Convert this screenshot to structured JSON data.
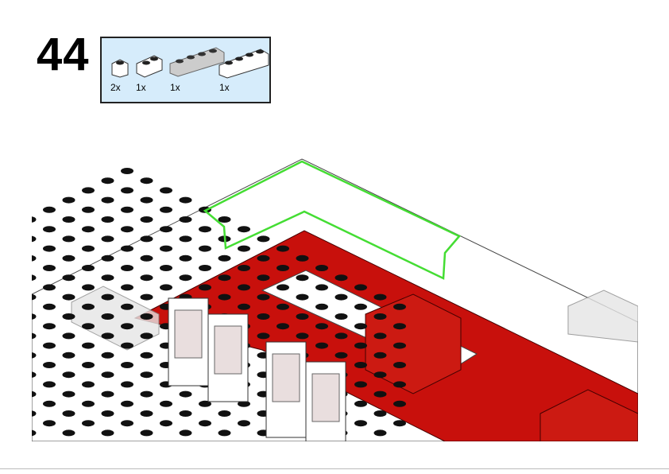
{
  "step_number": "44",
  "parts_list": [
    {
      "name": "brick-1x1-white",
      "qty": "2x"
    },
    {
      "name": "brick-1x2-white",
      "qty": "1x"
    },
    {
      "name": "brick-1x4-trans-clear",
      "qty": "1x"
    },
    {
      "name": "brick-1x4-white",
      "qty": "1x"
    }
  ],
  "colors": {
    "red": "#c8100c",
    "green_highlight": "#44dd33",
    "white": "#ffffff",
    "trans": "#d8d8d8",
    "parts_bg": "#d6ecfb"
  }
}
